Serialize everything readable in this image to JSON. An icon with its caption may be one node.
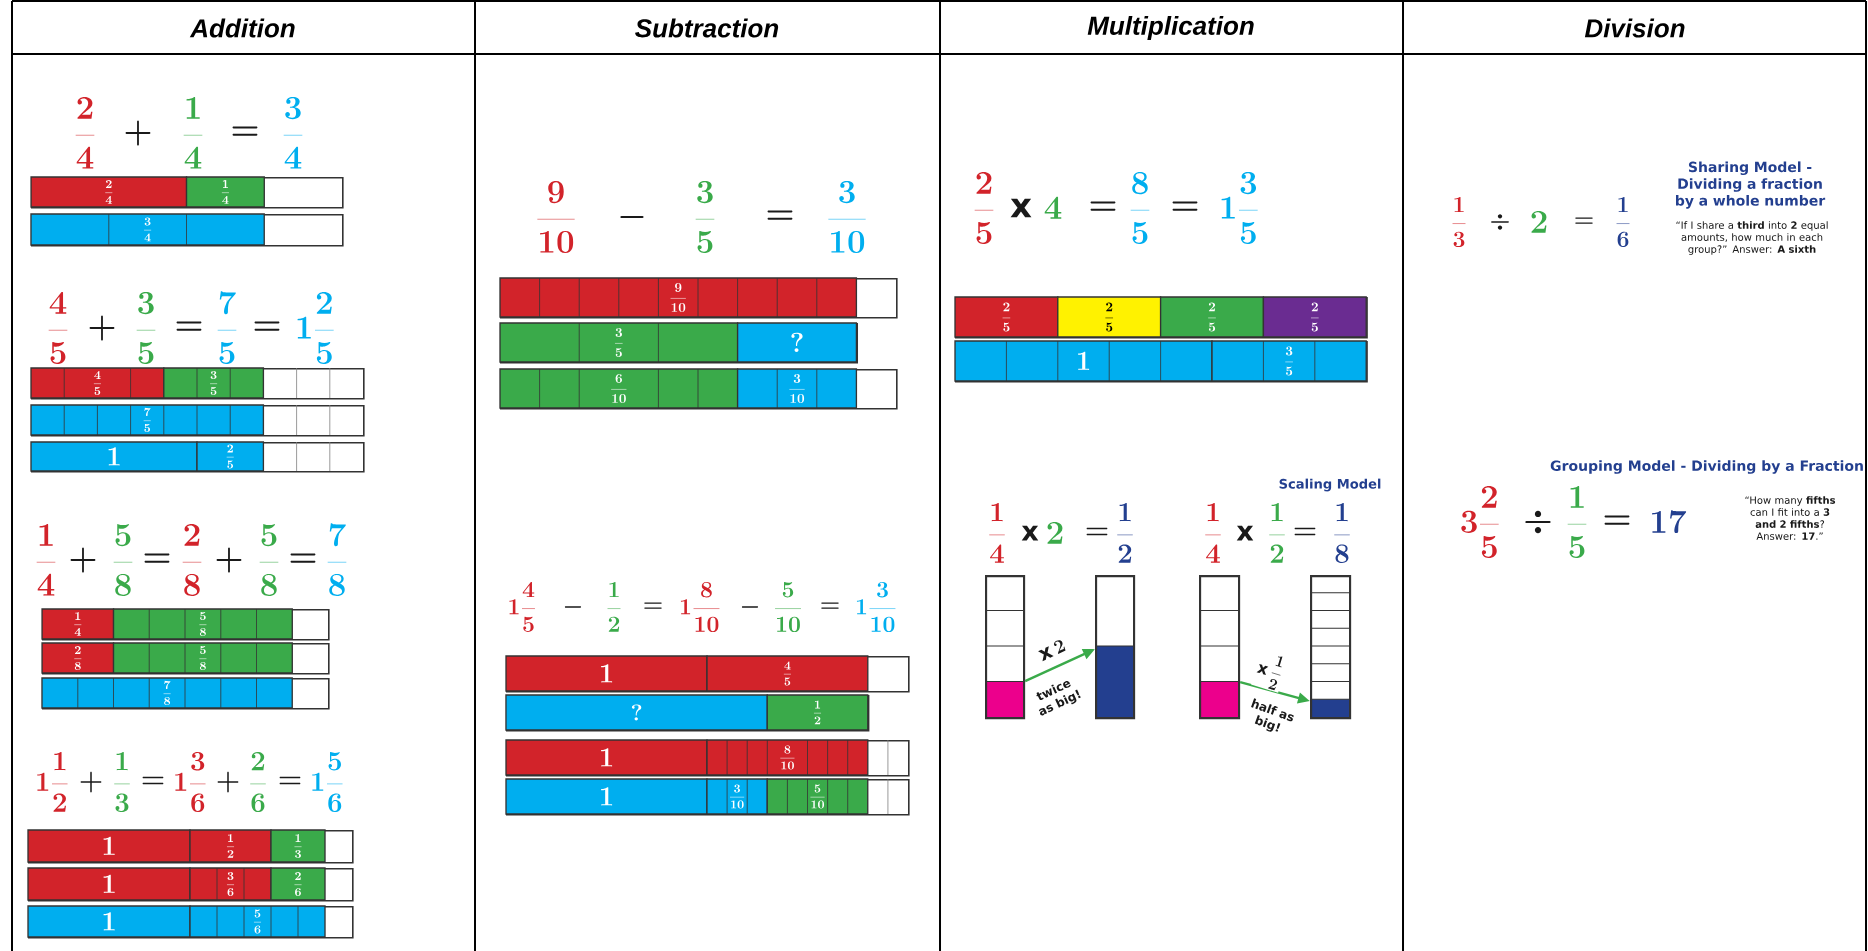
{
  "diagram": {
    "nodes": [
      {
        "text": [],
        "shape": "bar"
      },
      {
        "text": [
          "\\frac{2}{4}"
        ],
        "in": 0
      },
      {
        "text": [
          "\\frac{1}{4}"
        ],
        "in": 0
      },
      {
        "text": [],
        "shape": "bar"
      },
      {
        "text": [
          "\\frac{3}{4}"
        ],
        "in": 3
      },
      {
        "text": [],
        "shape": "bar"
      },
      {
        "text": [
          "\\frac{4}{5}"
        ],
        "in": 5
      },
      {
        "text": [
          "\\frac{3}{5}"
        ],
        "in": 5
      },
      {
        "text": [],
        "shape": "bar"
      },
      {
        "text": [
          "\\frac{7}{5}"
        ],
        "in": 8
      },
      {
        "text": [],
        "shape": "bar"
      },
      {
        "text": [
          "1"
        ],
        "in": 10
      },
      {
        "text": [
          "\\frac{2}{5}"
        ],
        "in": 10
      },
      {
        "text": [],
        "shape": "bar"
      },
      {
        "text": [
          "\\frac{1}{4}"
        ],
        "in": 13
      },
      {
        "text": [
          "\\frac{5}{8}"
        ],
        "in": 13
      },
      {
        "text": [],
        "shape": "bar"
      },
      {
        "text": [
          "\\frac{2}{8}"
        ],
        "in": 16
      },
      {
        "text": [
          "\\frac{5}{8}"
        ],
        "in": 16
      },
      {
        "text": [],
        "shape": "bar"
      },
      {
        "text": [
          "\\frac{7}{8}"
        ],
        "in": 19
      },
      {
        "text": [],
        "shape": "bar"
      },
      {
        "text": [
          "1"
        ],
        "in": 21
      },
      {
        "text": [
          "\\frac{1}{2}"
        ],
        "in": 21
      },
      {
        "text": [
          "\\frac{1}{3}"
        ],
        "in": 21
      },
      {
        "text": [],
        "shape": "bar"
      },
      {
        "text": [
          "1"
        ],
        "in": 25
      },
      {
        "text": [
          "\\frac{3}{6}"
        ],
        "in": 25
      },
      {
        "text": [
          "\\frac{2}{6}"
        ],
        "in": 25
      },
      {
        "text": [],
        "shape": "bar"
      },
      {
        "text": [
          "1"
        ],
        "in": 29
      },
      {
        "text": [
          "\\frac{5}{6}"
        ],
        "in": 29
      },
      {
        "text": [],
        "shape": "bar"
      },
      {
        "text": [
          "\\frac{9}{10}"
        ],
        "in": 32
      },
      {
        "text": [],
        "shape": "bar"
      },
      {
        "text": [
          "\\frac{3}{5}"
        ],
        "in": 34
      },
      {
        "text": [
          "?"
        ],
        "in": 34
      },
      {
        "text": [],
        "shape": "bar"
      },
      {
        "text": [
          "\\frac{6}{10}"
        ],
        "in": 37
      },
      {
        "text": [
          "\\frac{3}{10}"
        ],
        "in": 37
      },
      {
        "text": [],
        "shape": "bar"
      },
      {
        "text": [
          "1"
        ],
        "in": 40
      },
      {
        "text": [
          "\\frac{4}{5}"
        ],
        "in": 40
      },
      {
        "text": [],
        "shape": "bar"
      },
      {
        "text": [
          "?"
        ],
        "in": 43
      },
      {
        "text": [
          "\\frac{1}{2}"
        ],
        "in": 43
      },
      {
        "text": [],
        "shape": "bar"
      },
      {
        "text": [
          "1"
        ],
        "in": 46
      },
      {
        "text": [
          "\\frac{8}{10}"
        ],
        "in": 46
      },
      {
        "text": [],
        "shape": "bar"
      },
      {
        "text": [
          "1"
        ],
        "in": 49
      },
      {
        "text": [
          "\\frac{3}{10}"
        ],
        "in": 49
      },
      {
        "text": [
          "\\frac{5}{10}"
        ],
        "in": 49
      },
      {
        "text": [],
        "shape": "bar"
      },
      {
        "text": [
          "\\frac{2}{5}"
        ],
        "in": 53
      },
      {
        "text": [
          "\\frac{2}{5}"
        ],
        "in": 53
      },
      {
        "text": [
          "\\frac{2}{5}"
        ],
        "in": 53
      },
      {
        "text": [
          "\\frac{2}{5}"
        ],
        "in": 53
      },
      {
        "text": [],
        "shape": "bar"
      },
      {
        "text": [
          "1"
        ],
        "in": 58
      },
      {
        "text": [
          "\\frac{3}{5}"
        ],
        "in": 58
      },
      {
        "text": [],
        "shape": "bar"
      },
      {
        "text": [],
        "shape": "bar"
      },
      {
        "text": [],
        "shape": "bar"
      },
      {
        "text": [],
        "shape": "bar"
      }
    ],
    "edges": [
      {
        "from": 61,
        "to": 62,
        "arrow": "to",
        "label": "\\mathrm{x}\\,2"
      },
      {
        "from": 63,
        "to": 64,
        "arrow": "to",
        "label": "\\mathrm{x}\\,\\frac{1}{2}"
      }
    ],
    "labels": [
      "Addition",
      "Subtraction",
      "Multiplication",
      "Division",
      "\\frac{2}{4}",
      "+",
      "\\frac{1}{4}",
      "=",
      "\\frac{3}{4}",
      "\\frac{4}{5}",
      "+",
      "\\frac{3}{5}",
      "=",
      "\\frac{7}{5}",
      "=",
      "1\\frac{2}{5}",
      "\\frac{1}{4}",
      "+",
      "\\frac{5}{8}",
      "=",
      "\\frac{2}{8}",
      "+",
      "\\frac{5}{8}",
      "=",
      "\\frac{7}{8}",
      "1\\frac{1}{2}",
      "+",
      "\\frac{1}{3}",
      "=",
      "1\\frac{3}{6}",
      "+",
      "\\frac{2}{6}",
      "=",
      "1\\frac{5}{6}",
      "\\frac{9}{10}",
      "-",
      "\\frac{3}{5}",
      "=",
      "\\frac{3}{10}",
      "1\\frac{4}{5}",
      "-",
      "\\frac{1}{2}",
      "=",
      "1\\frac{8}{10}",
      "-",
      "\\frac{5}{10}",
      "=",
      "1\\frac{3}{10}",
      "\\frac{2}{5}",
      "\\mathrm{x}",
      "4",
      "=",
      "\\frac{8}{5}",
      "=",
      "1\\frac{3}{5}",
      "Scaling Model",
      "\\frac{1}{4}",
      "\\mathrm{x}",
      "2",
      "=",
      "\\frac{1}{2}",
      "\\frac{1}{4}",
      "\\mathrm{x}",
      "\\frac{1}{2}",
      "=",
      "\\frac{1}{8}",
      "twice as big!",
      "half as big!",
      "Sharing Model - Dividing a fraction by a whole number",
      "\\frac{1}{3}",
      "\\div",
      "2",
      "=",
      "\\frac{1}{6}",
      "“If I share a **third** into **2** equal amounts, how much in each group?” Answer: **A sixth**",
      "Grouping Model - Dividing by a Fraction",
      "3\\frac{2}{5}",
      "\\div",
      "\\frac{1}{5}",
      "=",
      "17",
      "“How many **fifths** can I fit into a **3 and 2 fifths**? Answer: **17**.”"
    ]
  }
}
